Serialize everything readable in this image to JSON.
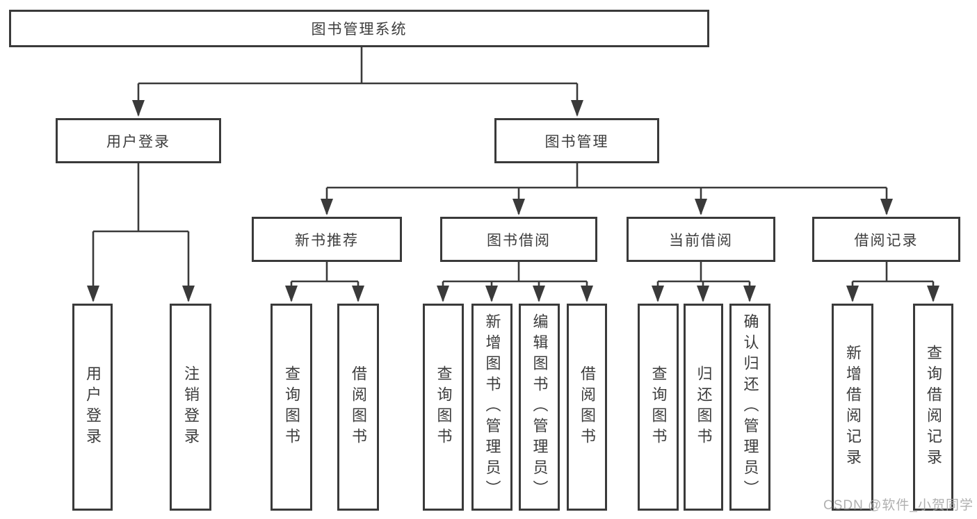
{
  "colors": {
    "line": "#3a3a3a",
    "text": "#3d3d3d",
    "watermark": "#a6a6a6"
  },
  "diagram": {
    "root": {
      "label": "图书管理系统"
    },
    "branches": [
      {
        "label": "用户登录",
        "children": [
          {
            "label": "用户登录"
          },
          {
            "label": "注销登录"
          }
        ]
      },
      {
        "label": "图书管理",
        "children": [
          {
            "label": "新书推荐",
            "children": [
              {
                "label": "查询图书"
              },
              {
                "label": "借阅图书"
              }
            ]
          },
          {
            "label": "图书借阅",
            "children": [
              {
                "label": "查询图书"
              },
              {
                "label": "新增图书（管理员）"
              },
              {
                "label": "编辑图书（管理员）"
              },
              {
                "label": "借阅图书"
              }
            ]
          },
          {
            "label": "当前借阅",
            "children": [
              {
                "label": "查询图书"
              },
              {
                "label": "归还图书"
              },
              {
                "label": "确认归还（管理员）"
              }
            ]
          },
          {
            "label": "借阅记录",
            "children": [
              {
                "label": "新增借阅记录"
              },
              {
                "label": "查询借阅记录"
              }
            ]
          }
        ]
      }
    ]
  },
  "watermark": {
    "text": "CSDN @软件_小贺同学"
  }
}
